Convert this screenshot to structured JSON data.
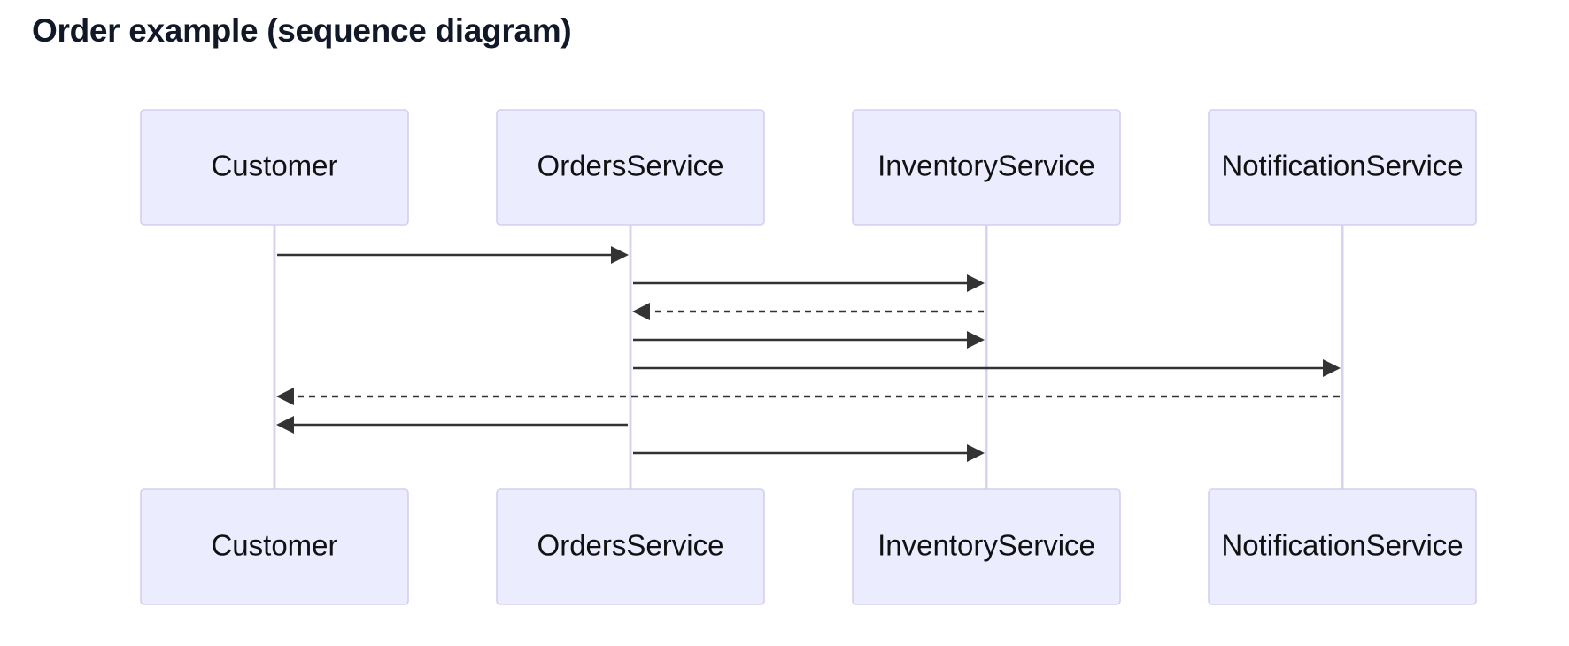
{
  "title": "Order example (sequence diagram)",
  "participants": [
    {
      "id": "customer",
      "label": "Customer"
    },
    {
      "id": "orders",
      "label": "OrdersService"
    },
    {
      "id": "inventory",
      "label": "InventoryService"
    },
    {
      "id": "notification",
      "label": "NotificationService"
    }
  ],
  "messages": [
    {
      "from": "customer",
      "to": "orders",
      "style": "solid",
      "label": ""
    },
    {
      "from": "orders",
      "to": "inventory",
      "style": "solid",
      "label": ""
    },
    {
      "from": "inventory",
      "to": "orders",
      "style": "dashed",
      "label": ""
    },
    {
      "from": "orders",
      "to": "inventory",
      "style": "solid",
      "label": ""
    },
    {
      "from": "orders",
      "to": "notification",
      "style": "solid",
      "label": ""
    },
    {
      "from": "notification",
      "to": "customer",
      "style": "dashed",
      "label": ""
    },
    {
      "from": "orders",
      "to": "customer",
      "style": "solid",
      "label": ""
    },
    {
      "from": "orders",
      "to": "inventory",
      "style": "solid",
      "label": ""
    }
  ],
  "colors": {
    "actor_fill": "#ececff",
    "actor_border": "#d3cfef",
    "lifeline": "#d8d3ee",
    "message": "#333333",
    "title": "#111827"
  }
}
